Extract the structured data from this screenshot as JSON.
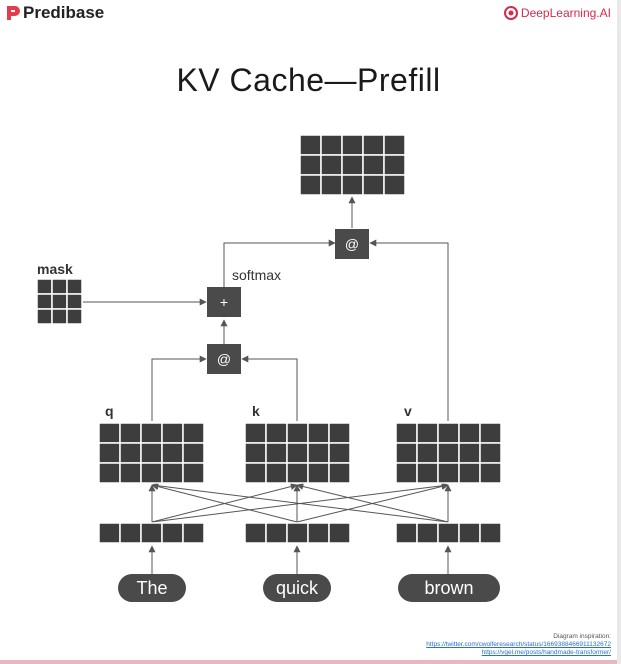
{
  "header": {
    "left_brand": "Predibase",
    "right_brand": "DeepLearning.AI",
    "left_logo_color": "#e53b4c",
    "right_logo_color": "#d32b4a"
  },
  "title": "KV Cache—Prefill",
  "labels": {
    "mask": "mask",
    "softmax": "softmax",
    "q": "q",
    "k": "k",
    "v": "v"
  },
  "operators": {
    "matmul_qk": "@",
    "add_mask": "+",
    "matmul_v": "@"
  },
  "tokens": [
    "The",
    "quick",
    "brown"
  ],
  "credit": {
    "heading": "Diagram inspiration:",
    "link1": "https://twitter.com/cwolferesearch/status/1669388466911132672",
    "link2": "https://vgel.me/posts/handmade-transformer/"
  },
  "colors": {
    "cell": "#3d3d3d",
    "grid_line": "#ffffff",
    "arrow": "#555555"
  }
}
